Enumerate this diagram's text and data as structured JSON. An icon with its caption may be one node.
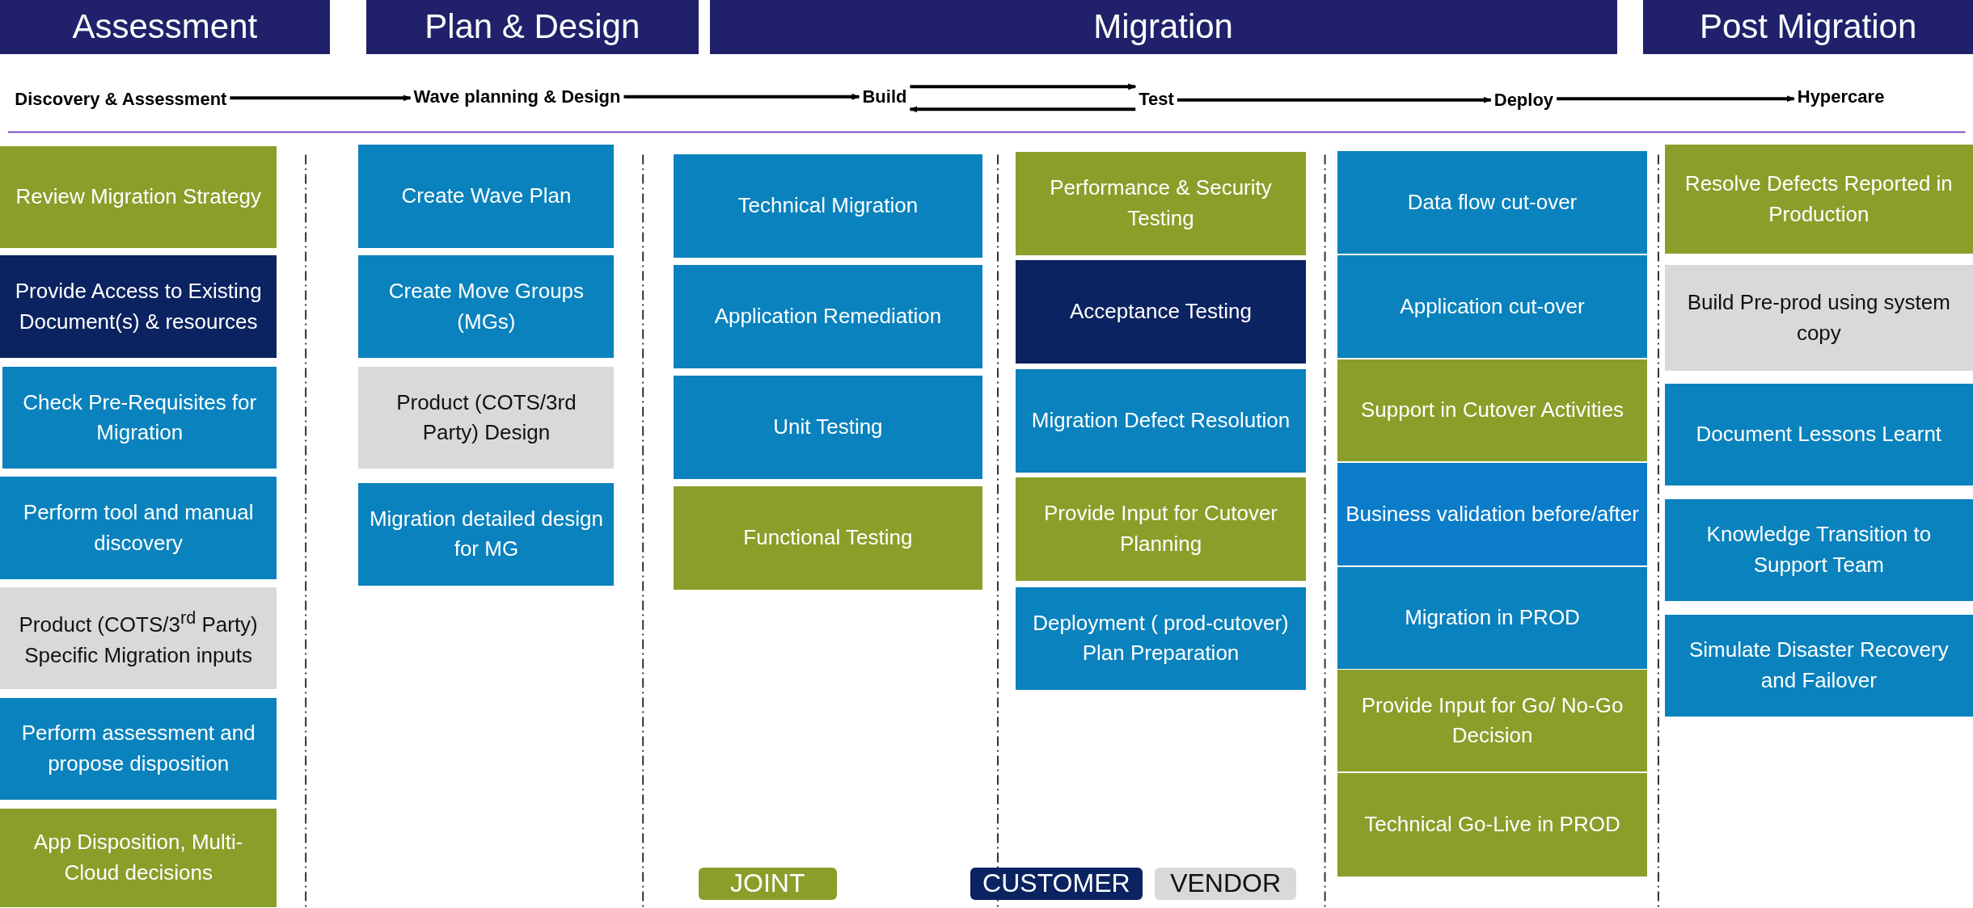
{
  "diagram": {
    "nodes": [
      {
        "text": [
          "Assessment"
        ]
      },
      {
        "text": [
          "Plan & Design"
        ]
      },
      {
        "text": [
          "Migration"
        ]
      },
      {
        "text": [
          "Post Migration"
        ]
      },
      {
        "text": [
          "Discovery  & Assessment"
        ]
      },
      {
        "text": [
          "Wave planning & Design"
        ]
      },
      {
        "text": [
          "Build"
        ]
      },
      {
        "text": [
          "Test"
        ]
      },
      {
        "text": [
          "Deploy"
        ]
      },
      {
        "text": [
          "Hypercare"
        ]
      },
      {
        "text": [
          "Review Migration Strategy"
        ]
      },
      {
        "text": [
          "Provide Access to Existing Document(s) & resources"
        ]
      },
      {
        "text": [
          "Check Pre-Requisites for Migration"
        ]
      },
      {
        "text": [
          "Perform tool and manual discovery"
        ]
      },
      {
        "text": [
          "Product (COTS/3$^{rd}$ Party) Specific Migration inputs"
        ]
      },
      {
        "text": [
          "Perform assessment and propose disposition"
        ]
      },
      {
        "text": [
          "App Disposition, Multi-Cloud decisions"
        ]
      },
      {
        "text": [
          "Create Wave Plan"
        ]
      },
      {
        "text": [
          "Create Move Groups (MGs)"
        ]
      },
      {
        "text": [
          "Product (COTS/3rd Party) Design"
        ]
      },
      {
        "text": [
          "Migration detailed design for MG"
        ]
      },
      {
        "text": [
          "Technical Migration"
        ]
      },
      {
        "text": [
          "Application Remediation"
        ]
      },
      {
        "text": [
          "Unit Testing"
        ]
      },
      {
        "text": [
          "Functional Testing"
        ]
      },
      {
        "text": [
          "Performance & Security Testing"
        ]
      },
      {
        "text": [
          "Acceptance Testing"
        ]
      },
      {
        "text": [
          "Migration Defect Resolution"
        ]
      },
      {
        "text": [
          "Provide Input for Cutover Planning"
        ]
      },
      {
        "text": [
          "Deployment ( prod-cutover) Plan Preparation"
        ]
      },
      {
        "text": [
          "Data flow cut-over"
        ]
      },
      {
        "text": [
          "Application cut-over"
        ]
      },
      {
        "text": [
          "Support in Cutover Activities"
        ]
      },
      {
        "text": [
          "Business validation before/after"
        ]
      },
      {
        "text": [
          "Migration in PROD"
        ]
      },
      {
        "text": [
          "Provide Input for Go/ No-Go Decision"
        ]
      },
      {
        "text": [
          "Technical Go-Live in PROD"
        ]
      },
      {
        "text": [
          "Resolve Defects Reported in Production"
        ]
      },
      {
        "text": [
          "Build Pre-prod using system copy"
        ]
      },
      {
        "text": [
          "Document Lessons Learnt"
        ]
      },
      {
        "text": [
          "Knowledge Transition to Support Team"
        ]
      },
      {
        "text": [
          "Simulate Disaster Recovery and Failover"
        ]
      }
    ],
    "edges": [
      {
        "from": 4,
        "to": 5,
        "arrow": "to"
      },
      {
        "from": 5,
        "to": 6,
        "arrow": "to"
      },
      {
        "from": 6,
        "to": 7,
        "arrow": "to"
      },
      {
        "from": 7,
        "to": 6,
        "arrow": "to"
      },
      {
        "from": 7,
        "to": 8,
        "arrow": "to"
      },
      {
        "from": 8,
        "to": 9,
        "arrow": "to"
      }
    ],
    "legend": [
      {
        "text": "JOINT",
        "color": "#8a9e2a"
      },
      {
        "text": "CUSTOMER",
        "color": "#0b2360"
      },
      {
        "text": "VENDOR",
        "color": "#d9d9d9"
      }
    ]
  }
}
